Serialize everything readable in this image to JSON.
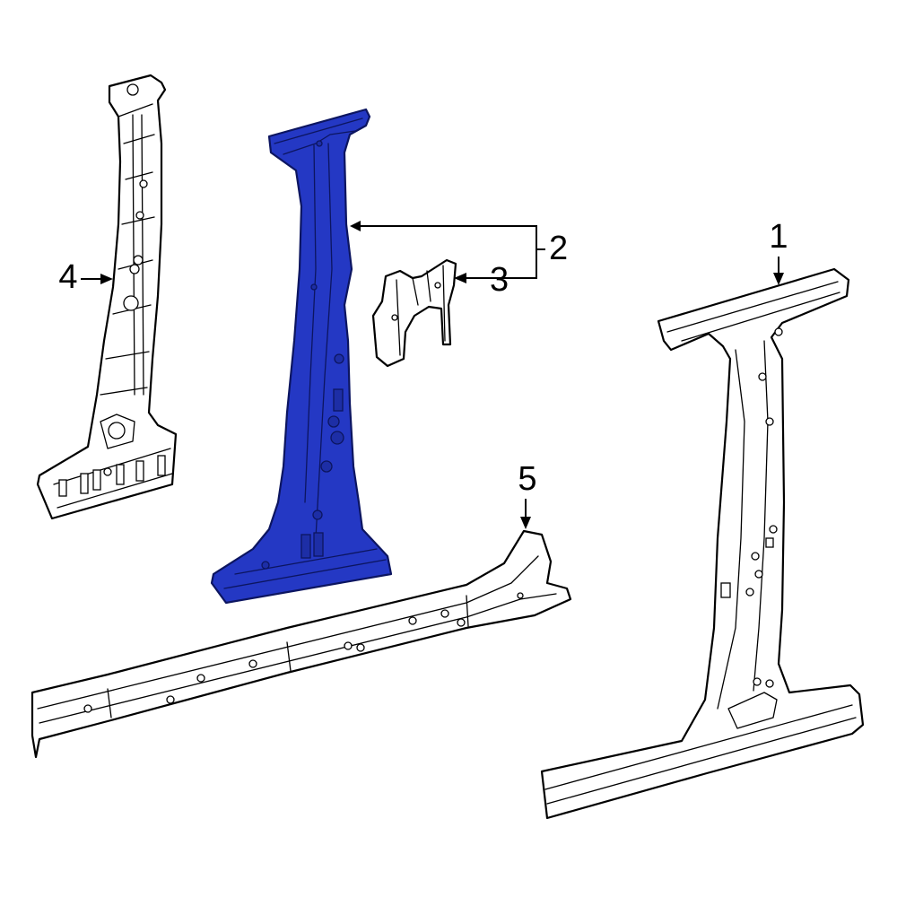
{
  "colors": {
    "highlight": "#2438c4",
    "outline": "#000000",
    "background": "#ffffff"
  },
  "callouts": [
    {
      "number": "1"
    },
    {
      "number": "2"
    },
    {
      "number": "3"
    },
    {
      "number": "4"
    },
    {
      "number": "5"
    }
  ],
  "highlighted_part": "2"
}
